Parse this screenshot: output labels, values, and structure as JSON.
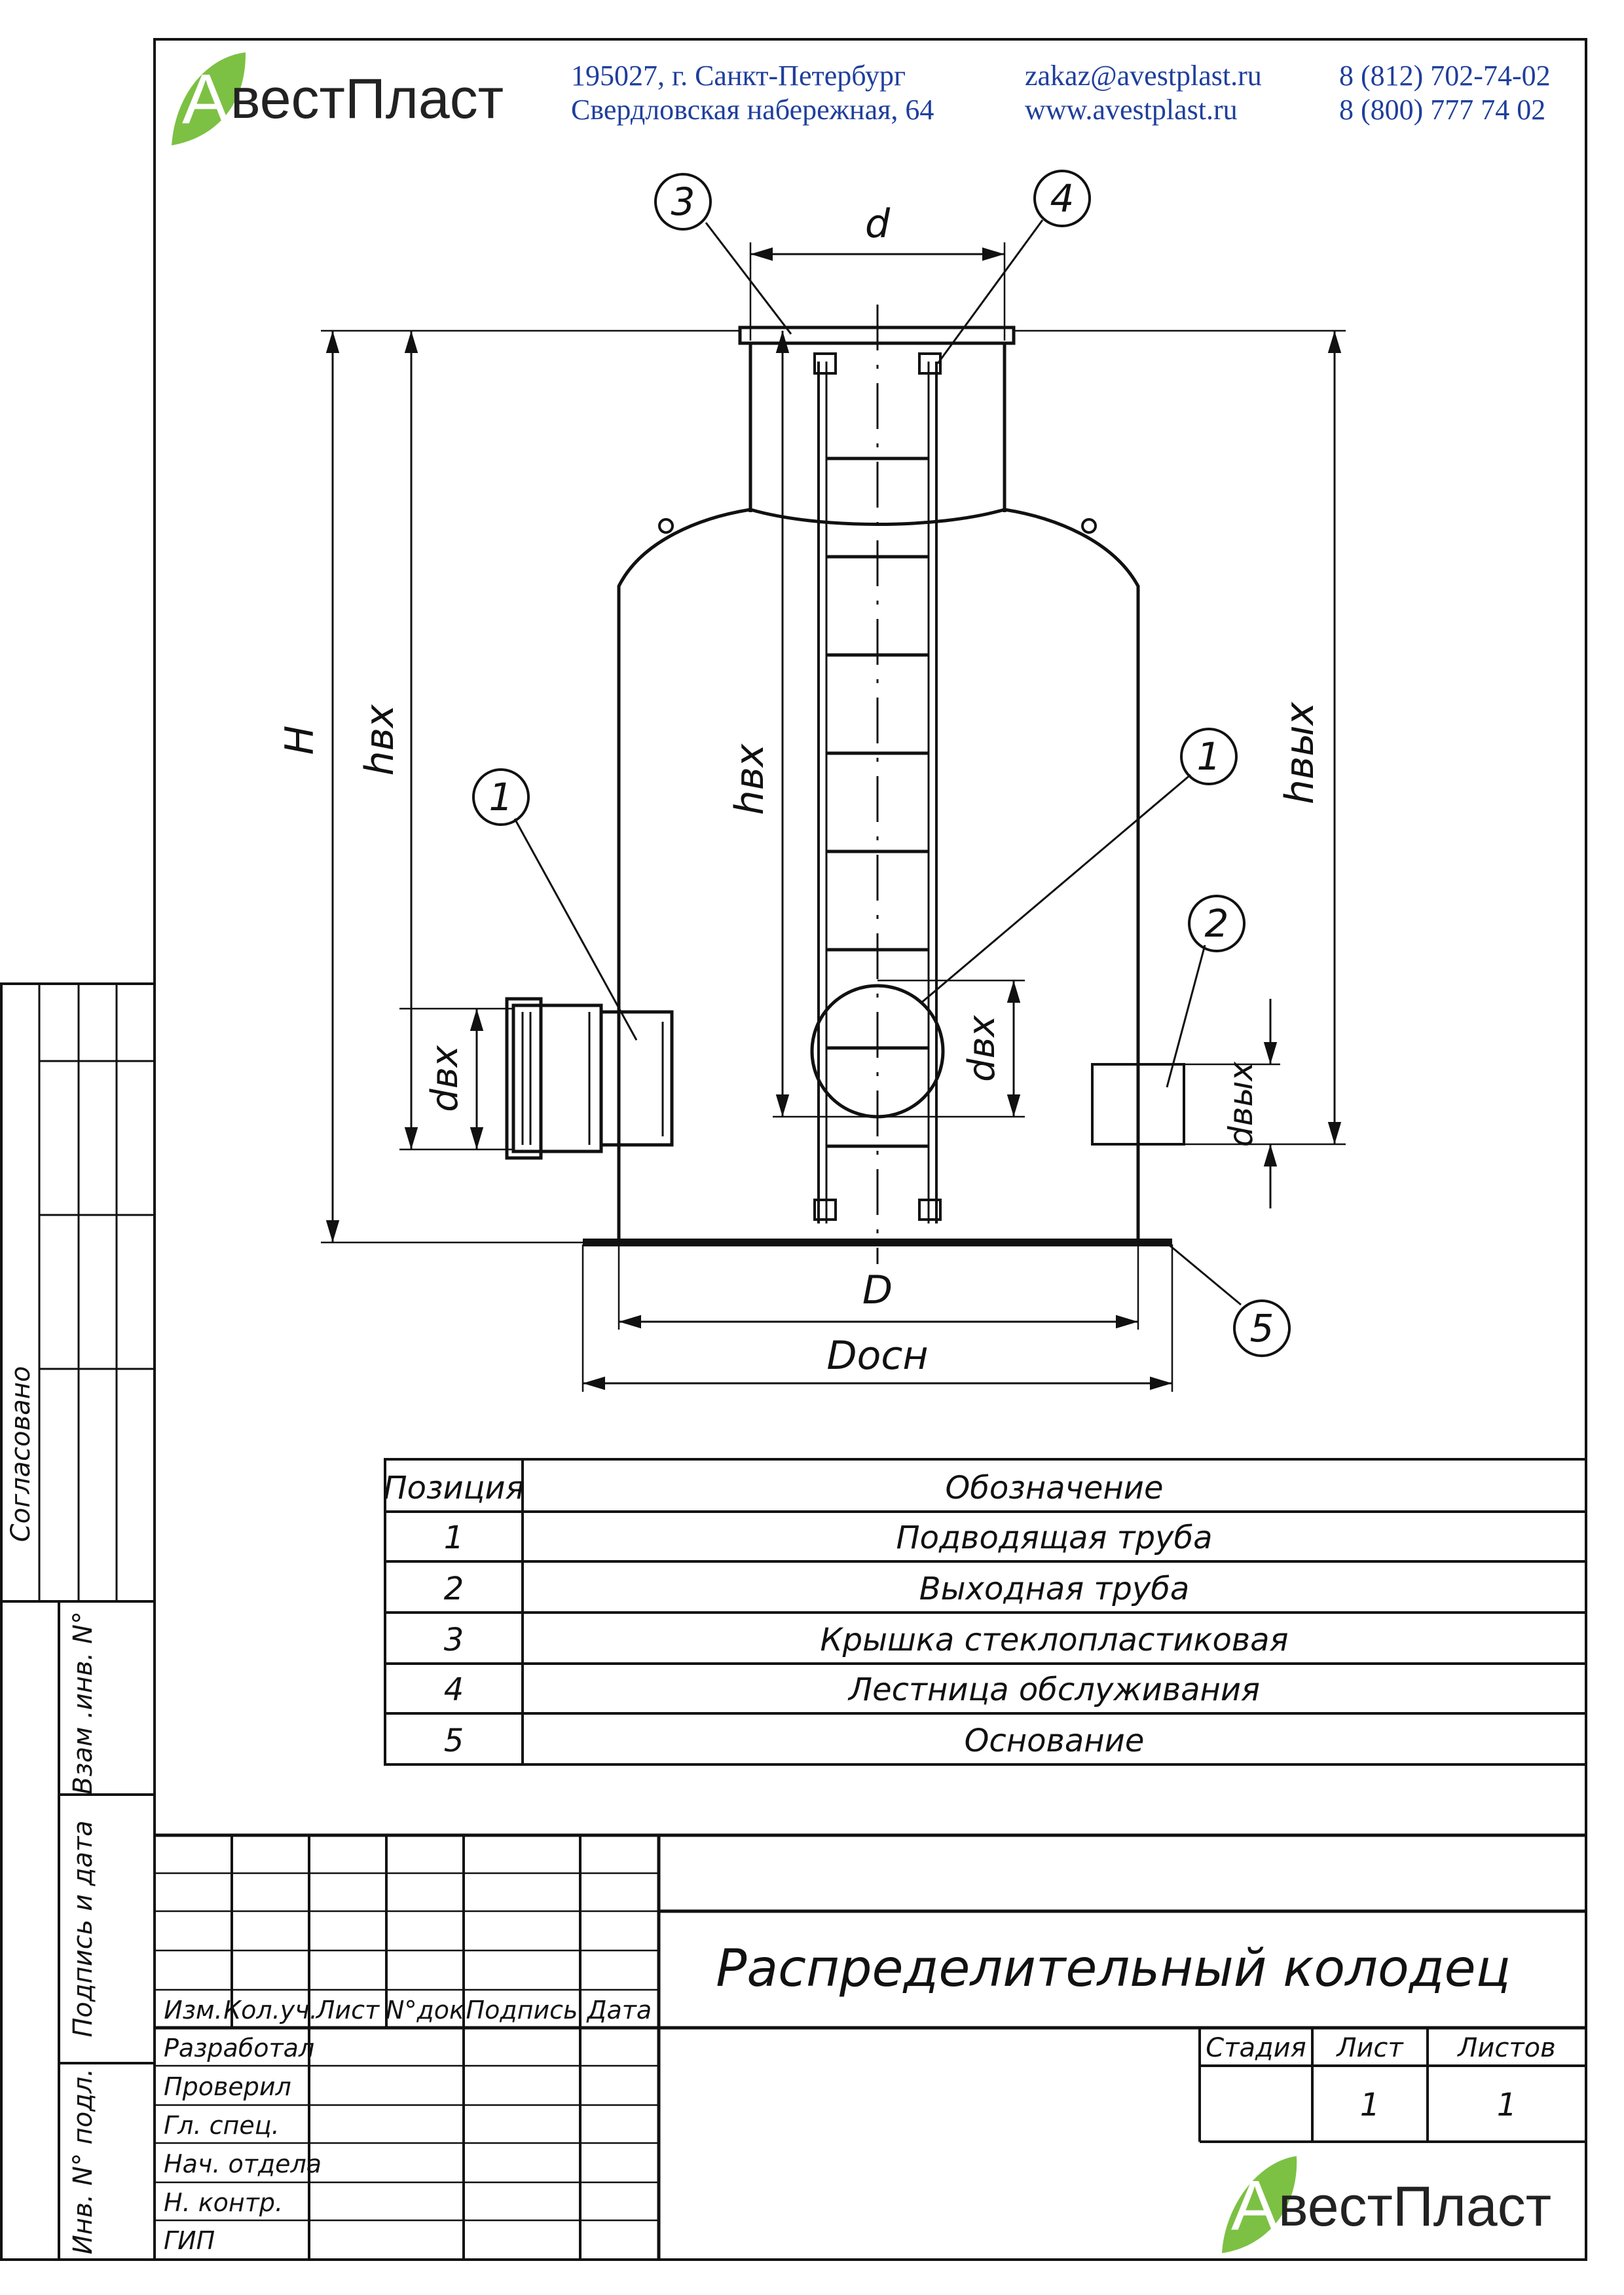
{
  "header": {
    "logo_initial": "А",
    "logo_rest": "вестПласт",
    "address_line1": "195027, г. Санкт-Петербург",
    "address_line2": "Свердловская набережная, 64",
    "email": "zakaz@avestplast.ru",
    "website": "www.avestplast.ru",
    "phone1": "8 (812) 702-74-02",
    "phone2": "8 (800) 777 74 02",
    "brand_color_green": "#7cc143",
    "brand_color_blue": "#1f3f9c"
  },
  "drawing": {
    "callouts": [
      "3",
      "4",
      "1",
      "1",
      "2",
      "5"
    ],
    "dims": {
      "d": "d",
      "H": "H",
      "h_in_left": "hвх",
      "h_in_center": "hвх",
      "h_out": "hвых",
      "d_in_left": "dвх",
      "d_in_center": "dвх",
      "d_out": "dвых",
      "D": "D",
      "D_base": "Dосн"
    }
  },
  "spec_table": {
    "headers": [
      "Позиция",
      "Обозначение"
    ],
    "rows": [
      [
        "1",
        "Подводящая  труба"
      ],
      [
        "2",
        "Выходная  труба"
      ],
      [
        "3",
        "Крышка  стеклопластиковая"
      ],
      [
        "4",
        "Лестница  обслуживания"
      ],
      [
        "5",
        "Основание"
      ]
    ]
  },
  "left_stamp": {
    "agreed": "Согласовано",
    "inv_replace": "Взам .инв. N°",
    "sign_date": "Подпись  и  дата",
    "inv_orig": "Инв.  N°  подл."
  },
  "title_block": {
    "title": "Распределительный  колодец",
    "col_headers": [
      "Изм.",
      "Кол.уч.",
      "Лист",
      "N°док",
      "Подпись",
      "Дата"
    ],
    "roles": [
      "Разработал",
      "Проверил",
      "Гл.  спец.",
      "Нач. отдела",
      "Н. контр.",
      "ГИП"
    ],
    "stage_label": "Стадия",
    "sheet_label": "Лист",
    "sheets_label": "Листов",
    "stage_value": "",
    "sheet_value": "1",
    "sheets_value": "1",
    "logo_initial": "А",
    "logo_rest": "вестПласт"
  }
}
